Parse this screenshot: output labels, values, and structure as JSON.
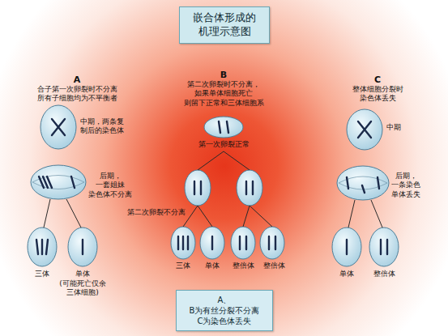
{
  "diagram": {
    "title": "嵌合体形成的 机理示意图",
    "caption": "A、B为有丝分裂不分离 C为染色体丢失",
    "labels": [
      "A",
      "合子第一次卵裂时不分离 所有子细胞均为不平衡者",
      "B",
      "第二次卵裂时不分离， 如果单体细胞死亡 则留下正常和三体细胞系",
      "C",
      "整体细胞分裂时 染色体丢失",
      "中期，两条复 制后的染色体",
      "第一次卵裂正常",
      "中期",
      "后期，一套姐妹 染色体不分离",
      "后期，一条染色 单体丢失",
      "第二次卵裂不分离",
      "三体",
      "单体",
      "(可能死亡仅余 三体细胞)",
      "三体",
      "单体",
      "整倍体",
      "整倍体",
      "单体",
      "整倍体"
    ]
  }
}
